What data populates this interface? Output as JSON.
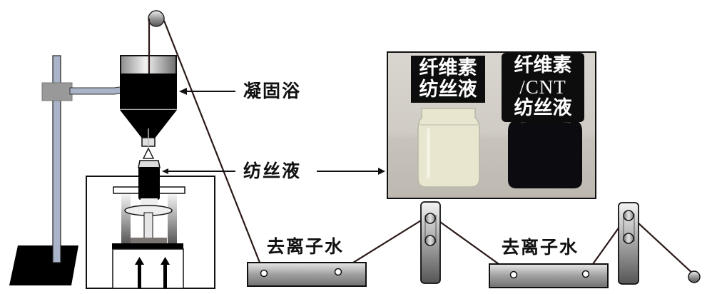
{
  "labels": {
    "coagulation_bath": "凝固浴",
    "spinning_solution": "纺丝液",
    "deionized_water_1": "去离子水",
    "deionized_water_2": "去离子水"
  },
  "photo": {
    "left_vial": {
      "line1": "纤维素",
      "line2": "纺丝液"
    },
    "right_vial": {
      "line1": "纤维素",
      "line2": "/CNT",
      "line3": "纺丝液"
    }
  },
  "colors": {
    "fiber": "#2a1a18",
    "stand_rod": "#a9b4c8",
    "clamp": "#999999",
    "black": "#000000",
    "clear_solution": "#e8e6cf",
    "cnt_solution": "#0c0c10"
  }
}
